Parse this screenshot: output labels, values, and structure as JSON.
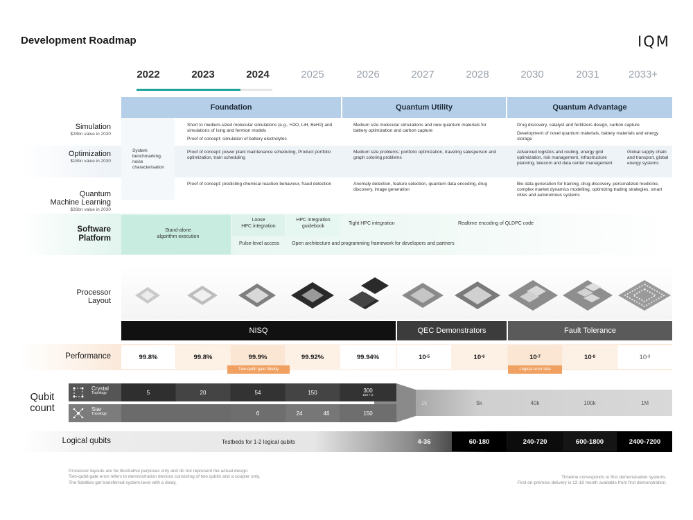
{
  "header": {
    "title": "Development Roadmap",
    "logo": "IQM"
  },
  "years": [
    "2022",
    "2023",
    "2024",
    "2025",
    "2026",
    "2027",
    "2028",
    "2030",
    "2031",
    "2033+"
  ],
  "phases": {
    "foundation": "Foundation",
    "utility": "Quantum Utility",
    "advantage": "Quantum Advantage"
  },
  "rows": {
    "simulation": {
      "label": "Simulation",
      "sub": "$28bn value in 2030"
    },
    "optimization": {
      "label": "Optimization",
      "sub": "$18bn value in 2030"
    },
    "qml": {
      "label": "Quantum\nMachine Learning",
      "sub": "$26bn value in 2030"
    },
    "software": {
      "label": "Software\nPlatform"
    },
    "processor": {
      "label": "Processor\nLayout"
    },
    "performance": {
      "label": "Performance"
    },
    "qubit": {
      "label": "Qubit\ncount"
    },
    "logical": {
      "label": "Logical qubits"
    }
  },
  "apps": {
    "benchmark": "System\nbenchmarking,\nnoise\ncharacterisation",
    "sim_found_1": "Short to medium-sized molecular simulations (e.g., H2O, LiH, BeH2) and simulations of Ising and fermion models",
    "sim_found_2": "Proof of concept: simulation of battery electrolytes",
    "sim_util": "Medium size molecular simulations and new quantum materials for battery optimization and carbon capture",
    "sim_adv_1": "Drug discovery, catalyst and fertilizers design, carbon capture",
    "sim_adv_2": "Development of novel quantum materials, battery materials and energy storage",
    "opt_found": "Proof of concept: power plant maintenance scheduling, Product portfolio optimization, train scheduling",
    "opt_util": "Medium size problems: portfolio optimization, traveling salesperson and graph coloring problems",
    "opt_adv_1": "Advanced logistics and routing, energy grid optimization, risk management, infrastructure planning, telecom and data center management",
    "opt_adv_2": "Global supply chain and transport, global energy systems",
    "qml_found": "Proof of concept:  predicting chemical reaction behaviour, fraud detection",
    "qml_util": "Anomaly detection, feature selection, quantum data encoding, drug discovery, image generation",
    "qml_adv": "Bio data generation for training, drug-discovery, personalized medicine, complex market dynamics modelling, optimizing trading strategies, smart cities and autonomous systems"
  },
  "software": {
    "standalone": "Stand-alone\nalgorithm execution",
    "loose": "Loose\nHPC integration",
    "guidebook": "HPC integration\nguidebook",
    "tight": "Tight HPC integration",
    "realtime": "Realtime encoding of QLDPC code",
    "pulse": "Pulse-level access",
    "open": "Open architecture and programming framework for developers and partners"
  },
  "bands": {
    "nisq": "NISQ",
    "qec": "QEC Demonstrators",
    "ft": "Fault Tolerance"
  },
  "performance": {
    "fidelity": [
      "99.8%",
      "99.8%",
      "99.9%",
      "99.92%",
      "99.94%"
    ],
    "error_base": "10",
    "error_exp": [
      "-5",
      "-6",
      "-7",
      "-8",
      "-9"
    ],
    "fidelity_tag": "Two-qubit gate fidelity",
    "error_tag": "Logical error rate"
  },
  "qubits": {
    "crystal": {
      "name": "Crystal",
      "sub": "Topology",
      "values": [
        "5",
        "20",
        "54",
        "150",
        "300"
      ],
      "extra": "150 × 2"
    },
    "star": {
      "name": "Star",
      "sub": "Topology",
      "values": [
        "6",
        "24",
        "46",
        "150"
      ]
    },
    "future": [
      "1k",
      "5k",
      "40k",
      "100k",
      "1M"
    ]
  },
  "logical": {
    "testbeds": "Testbeds for 1-2 logical qubits",
    "values": [
      "4-36",
      "60-180",
      "240-720",
      "600-1800",
      "2400-7200"
    ]
  },
  "footnotes": {
    "left": "Processor layouts are for illustrative purposes only and do not represent the actual design.\nTwo-qubit-gate error refers to demonstration devices consisting of two qubits and a coupler only.\nThe fidelities get transferred system-level with a delay.",
    "right": "Timeline corresponds to first demonstration systems.\nFirst on-premise delivery is 12-18 month available from first demonstration."
  },
  "colors": {
    "teal": "#1fa59a",
    "phase_blue": "#b6cfe8",
    "orange": "#f0a060",
    "dark": "#111111"
  }
}
